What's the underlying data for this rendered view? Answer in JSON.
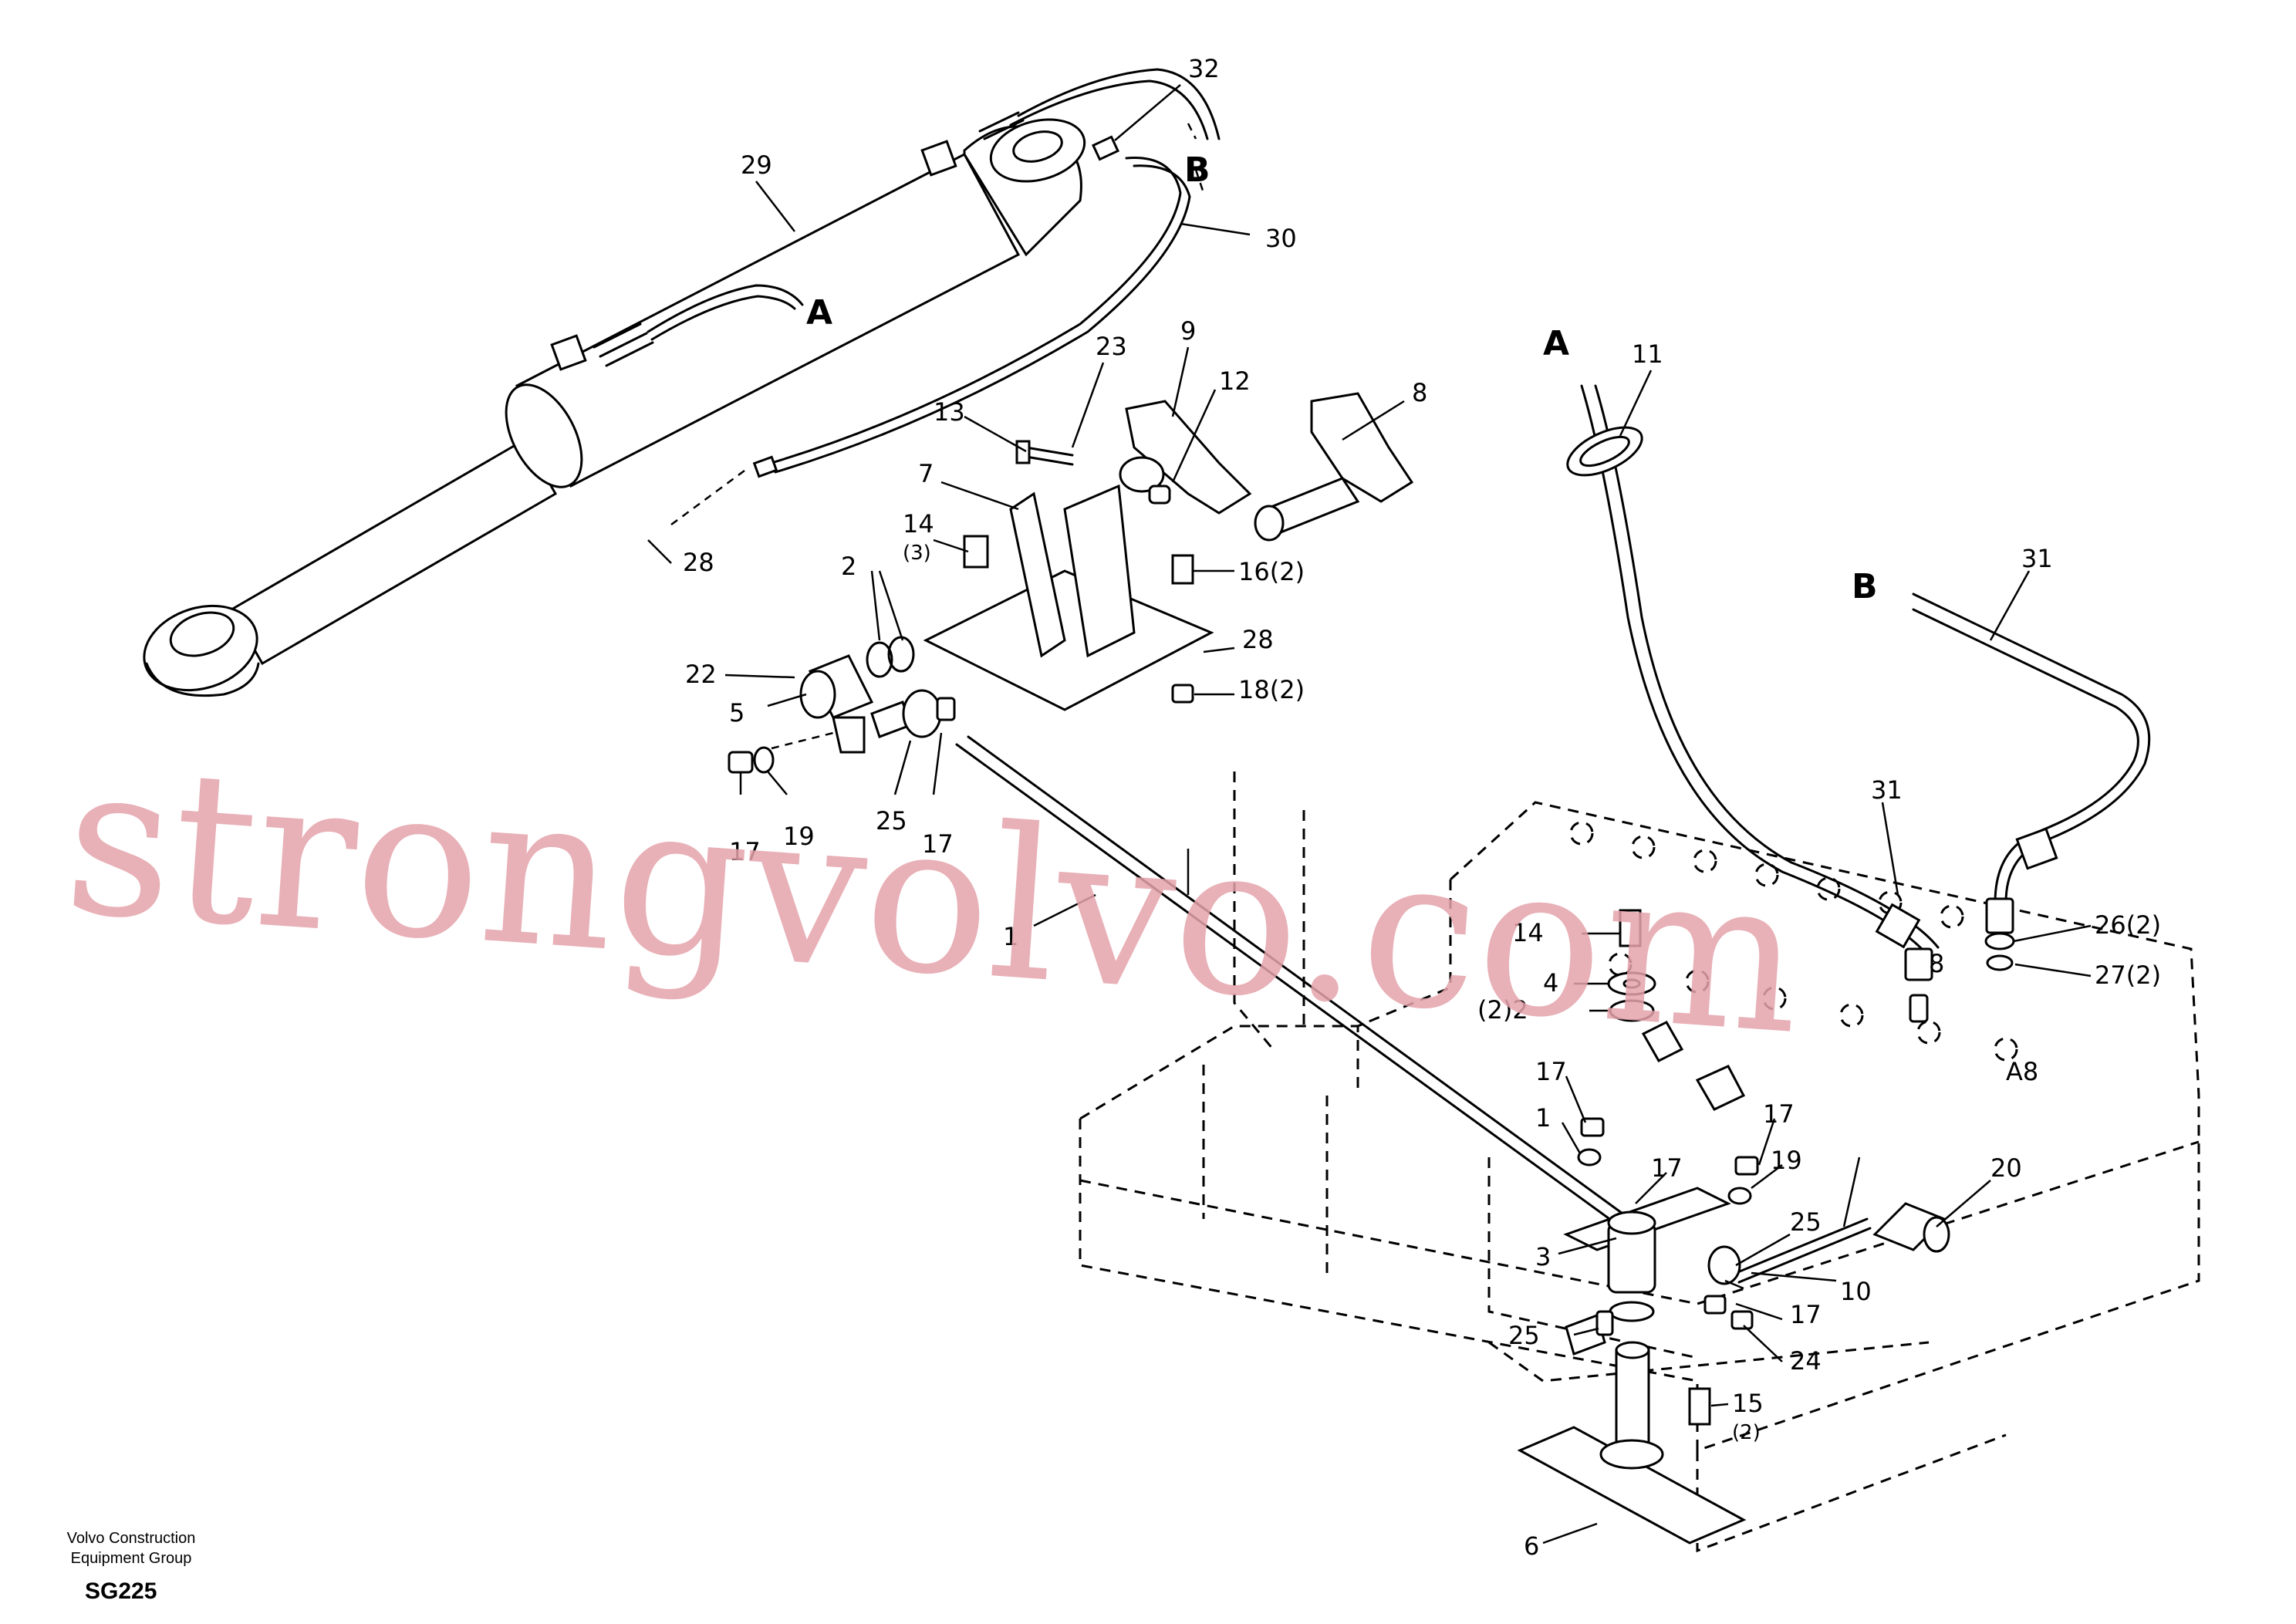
{
  "watermark": "strongvolvo.com",
  "footer": {
    "line1": "Volvo Construction",
    "line2": "Equipment Group",
    "code": "SG225"
  },
  "connections": {
    "A": "A",
    "B": "B"
  },
  "labels": {
    "l1": "1",
    "l2_upper": "2",
    "l2_lower": "(2)2",
    "l3": "3",
    "l4": "4",
    "l5": "5",
    "l6": "6",
    "l7": "7",
    "l8_pedal": "8",
    "l8_lower": "8",
    "l9": "9",
    "l10": "10",
    "l11": "11",
    "l12": "12",
    "l13": "13",
    "l14_upper": "14",
    "l14_upper_qty": "(3)",
    "l14_lower": "14",
    "l15": "15",
    "l15_qty": "(2)",
    "l16": "16(2)",
    "l17_a": "17",
    "l17_b": "17",
    "l17_c": "17",
    "l17_d": "17",
    "l17_e": "17",
    "l17_f": "17",
    "l18": "18(2)",
    "l19_a": "19",
    "l19_b": "19",
    "l19_c": "1",
    "l20": "20",
    "l22": "22",
    "l23": "23",
    "l24": "24",
    "l25_a": "25",
    "l25_b": "25",
    "l25_c": "25",
    "l26": "26(2)",
    "l27": "27(2)",
    "l28_a": "28",
    "l28_b": "28",
    "l29": "29",
    "l30": "30",
    "l31_a": "31",
    "l31_b": "31",
    "l32": "32",
    "a8": "A8"
  }
}
